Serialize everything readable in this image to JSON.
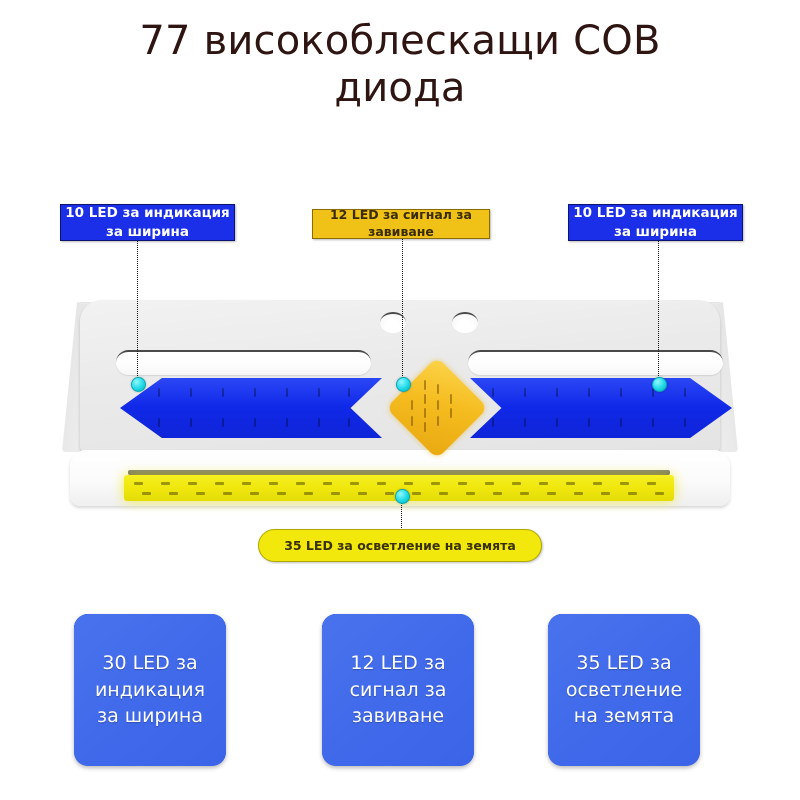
{
  "title": "77 високоблескащи COB диода",
  "colors": {
    "title_text": "#2e1512",
    "callout_blue_bg": "#1b2ee8",
    "callout_yellow_bg": "#f0c218",
    "callout_pill_bg": "#f2e80c",
    "led_blue": "#1028e8",
    "led_amber": "#f5bc1f",
    "led_yellow": "#efe70c",
    "anchor_dot": "#1ed9e6",
    "card_blue": "#2247e4",
    "card_arc_blue": "#4f79ef",
    "housing_gray": "#eaeaea"
  },
  "callouts": {
    "left": "10 LED за индикация за ширина",
    "center": "12 LED за сигнал за завиване",
    "right": "10 LED за индикация за ширина",
    "bottom": "35 LED за осветление на земята"
  },
  "product": {
    "name": "led-light-bar-diagram",
    "parts": {
      "left_blue_panel": "10 LED за индикация за ширина",
      "center_amber_diamond": "12 LED за сигнал за завиване",
      "right_blue_panel": "10 LED за индикация за ширина",
      "bottom_yellow_strip": "35 LED за осветление на земята"
    }
  },
  "cards": [
    {
      "line1": "30 LED за",
      "line2": "индикация",
      "line3": "за ширина",
      "text": "30 LED за индикация за ширина"
    },
    {
      "line1": "12 LED за",
      "line2": "сигнал за",
      "line3": "завиване",
      "text": "12 LED за сигнал за завиване"
    },
    {
      "line1": "35 LED за",
      "line2": "осветление",
      "line3": "на земята",
      "text": "35 LED за осветление на земята"
    }
  ]
}
